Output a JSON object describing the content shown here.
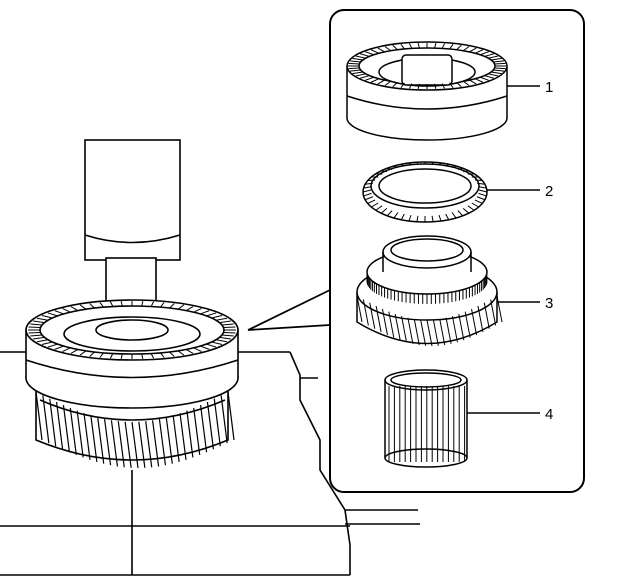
{
  "callouts": [
    {
      "id": "1",
      "text": "1",
      "part": "synchronizer-assembly"
    },
    {
      "id": "2",
      "text": "2",
      "part": "blocking-ring"
    },
    {
      "id": "3",
      "text": "3",
      "part": "speed-gear"
    },
    {
      "id": "4",
      "text": "4",
      "part": "needle-bearing"
    }
  ],
  "colors": {
    "stroke": "#000000",
    "fill": "#ffffff"
  }
}
